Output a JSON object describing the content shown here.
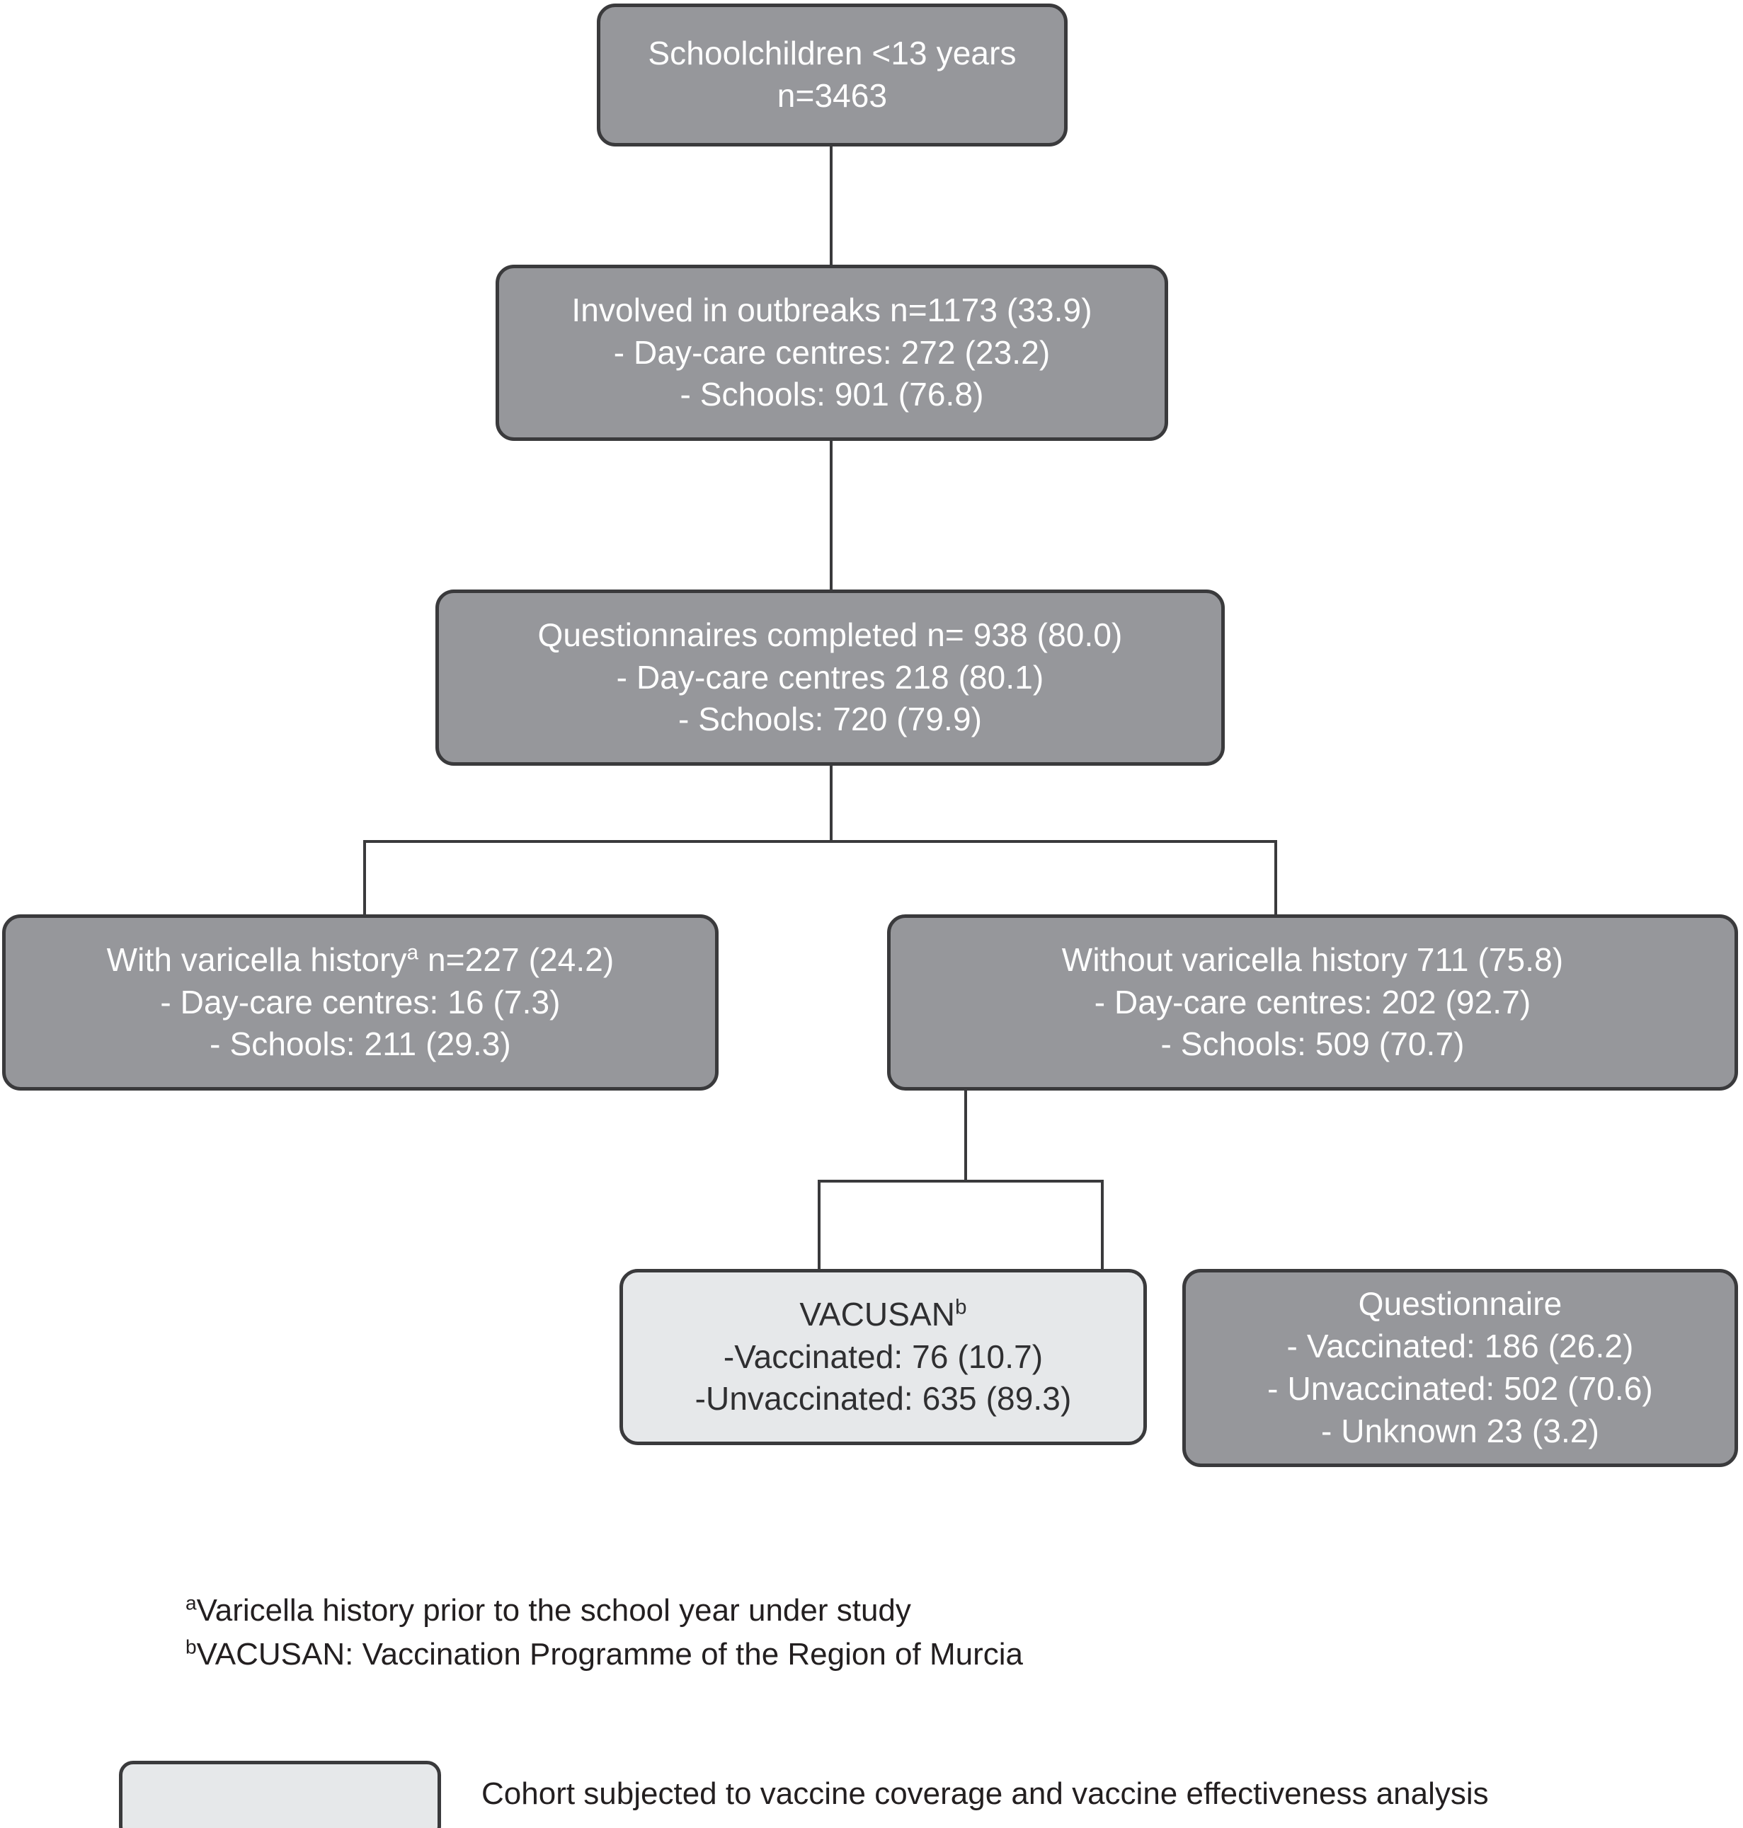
{
  "diagram": {
    "type": "flowchart",
    "title_text": "",
    "colors": {
      "node_fill": "#96979b",
      "node_fill_highlight": "#e6e8ea",
      "node_border": "#3a3a3c",
      "node_text": "#ffffff",
      "node_text_highlight": "#2f2f31",
      "connector": "#3a3a3c",
      "background": "#ffffff"
    },
    "nodes": {
      "schoolchildren": {
        "lines": [
          "Schoolchildren <13 years",
          "n=3463"
        ]
      },
      "outbreaks": {
        "lines": [
          "Involved in outbreaks n=1173 (33.9)",
          "- Day-care centres: 272 (23.2)",
          "- Schools: 901 (76.8)"
        ]
      },
      "questionnaires_completed": {
        "lines": [
          "Questionnaires completed n= 938 (80.0)",
          "- Day-care centres 218 (80.1)",
          "- Schools: 720 (79.9)"
        ]
      },
      "with_varicella": {
        "line1_pre": "With varicella history",
        "line1_sup": "a",
        "line1_post": " n=227 (24.2)",
        "lines_rest": [
          "- Day-care centres: 16 (7.3)",
          "- Schools: 211 (29.3)"
        ]
      },
      "without_varicella": {
        "lines": [
          "Without varicella history 711 (75.8)",
          "- Day-care centres: 202 (92.7)",
          "- Schools: 509 (70.7)"
        ]
      },
      "vacusan": {
        "line1_pre": "VACUSAN",
        "line1_sup": "b",
        "lines_rest": [
          "-Vaccinated: 76 (10.7)",
          "-Unvaccinated: 635 (89.3)"
        ]
      },
      "questionnaire": {
        "lines": [
          "Questionnaire",
          "- Vaccinated: 186 (26.2)",
          "- Unvaccinated: 502 (70.6)",
          "- Unknown 23 (3.2)"
        ]
      }
    },
    "footnotes": [
      {
        "marker": "a",
        "text": "Varicella history prior to the school year under study"
      },
      {
        "marker": "b",
        "text": "VACUSAN: Vaccination Programme of the Region of Murcia"
      }
    ],
    "legend": {
      "label": "Cohort subjected to vaccine coverage and vaccine effectiveness analysis"
    }
  }
}
